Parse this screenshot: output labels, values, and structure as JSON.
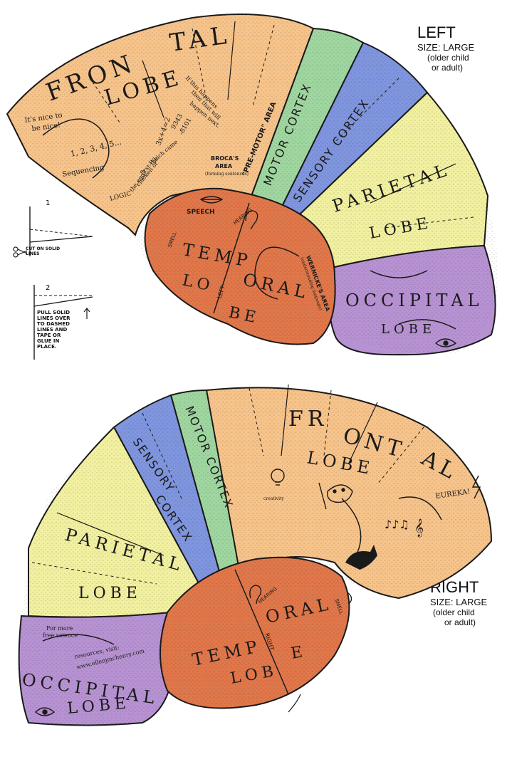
{
  "left_panel": {
    "title": "LEFT",
    "size": "SIZE: LARGE",
    "size_note_1": "(older child",
    "size_note_2": "or adult)",
    "lobes": {
      "frontal_1": "FRON",
      "frontal_2": "TAL",
      "frontal_lobe": "LOBE",
      "motor": "MOTOR CORTEX",
      "premotor": "\"PRE-MOTOR\" AREA",
      "sensory": "SENSORY CORTEX",
      "parietal": "PARIETAL",
      "parietal_lobe": "LOBE",
      "occipital": "OCCIPITAL",
      "occipital_lobe": "LOBE",
      "temporal_1": "TEMP",
      "temporal_2": "ORAL",
      "temporal_lobe_1": "LO",
      "temporal_lobe_2": "BE",
      "side_label": "LEFT"
    },
    "notes": {
      "nice_1": "It's nice to",
      "nice_2": "be nice!",
      "sequencing_nums": "1, 2, 3, 4, 5...",
      "sequencing": "Sequencing",
      "logic": "LOGIC",
      "math_1": "3x+4=2",
      "math_2": "9343",
      "math_3": "-8101",
      "ifthis_1": "If this happens",
      "ifthis_2": "then that will",
      "ifthis_3": "happen next.",
      "chicken_1": "Which came",
      "chicken_2": "first-the",
      "chicken_3": "chicken or",
      "chicken_4": "the egg?",
      "broca_1": "BROCA'S",
      "broca_2": "AREA",
      "broca_3": "(forming sentences)",
      "speech": "SPEECH",
      "hearing": "HEARING",
      "smell": "SMELL",
      "wernicke_1": "WERNICKE'S AREA",
      "wernicke_2": "(understanding language)"
    }
  },
  "instructions": {
    "step1": "1",
    "step1_text_1": "CUT ON SOLID",
    "step1_text_2": "LINES",
    "step2": "2",
    "step2_text": [
      "PULL SOLID",
      "LINES OVER",
      "TO DASHED",
      "LINES AND",
      "TAPE OR",
      "GLUE IN",
      "PLACE."
    ]
  },
  "right_panel": {
    "title": "RIGHT",
    "size": "SIZE: LARGE",
    "size_note_1": "(older child",
    "size_note_2": "or adult)",
    "lobes": {
      "frontal_1": "FR",
      "frontal_2": "ONT",
      "frontal_3": "AL",
      "frontal_lobe": "LOBE",
      "motor": "MOTOR CORTEX",
      "sensory": "SENSORY",
      "sensory_2": "CORTEX",
      "parietal": "PARIETAL",
      "parietal_lobe": "LOBE",
      "occipital": "OCCIPITAL",
      "occipital_lobe": "LOBE",
      "temporal_1": "TEMP",
      "temporal_2": "ORAL",
      "temporal_lobe_1": "LOB",
      "temporal_lobe_2": "E",
      "side_label": "RIGHT"
    },
    "notes": {
      "eureka": "EUREKA!",
      "creativity": "creativity",
      "hearing": "HEARING",
      "smell": "SMELL",
      "more_1": "For more",
      "more_2": "free science",
      "more_3": "resources, visit:",
      "more_4": "www.ellenjmchenry.com"
    }
  },
  "colors": {
    "frontal": "#f6c38a",
    "motor": "#9fd6a0",
    "sensory": "#7f95de",
    "parietal": "#f1f0a0",
    "occipital": "#b792d2",
    "temporal": "#e0774a",
    "ink": "#1a1a1a"
  }
}
